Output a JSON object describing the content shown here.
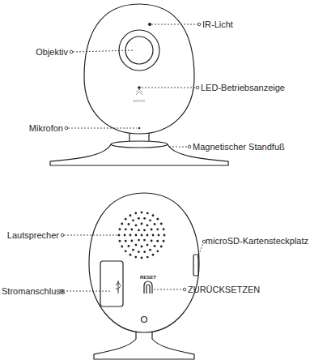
{
  "diagram": {
    "labels": [
      "IR-Licht",
      "Objektiv",
      "LED-Betriebsanzeige",
      "Mikrofon",
      "Magnetischer Standfuß",
      "Lautsprecher",
      "microSD-Kartensteckplatz",
      "Stromanschluss",
      "ZURÜCKSETZEN",
      "ezviz",
      "RESET"
    ]
  }
}
